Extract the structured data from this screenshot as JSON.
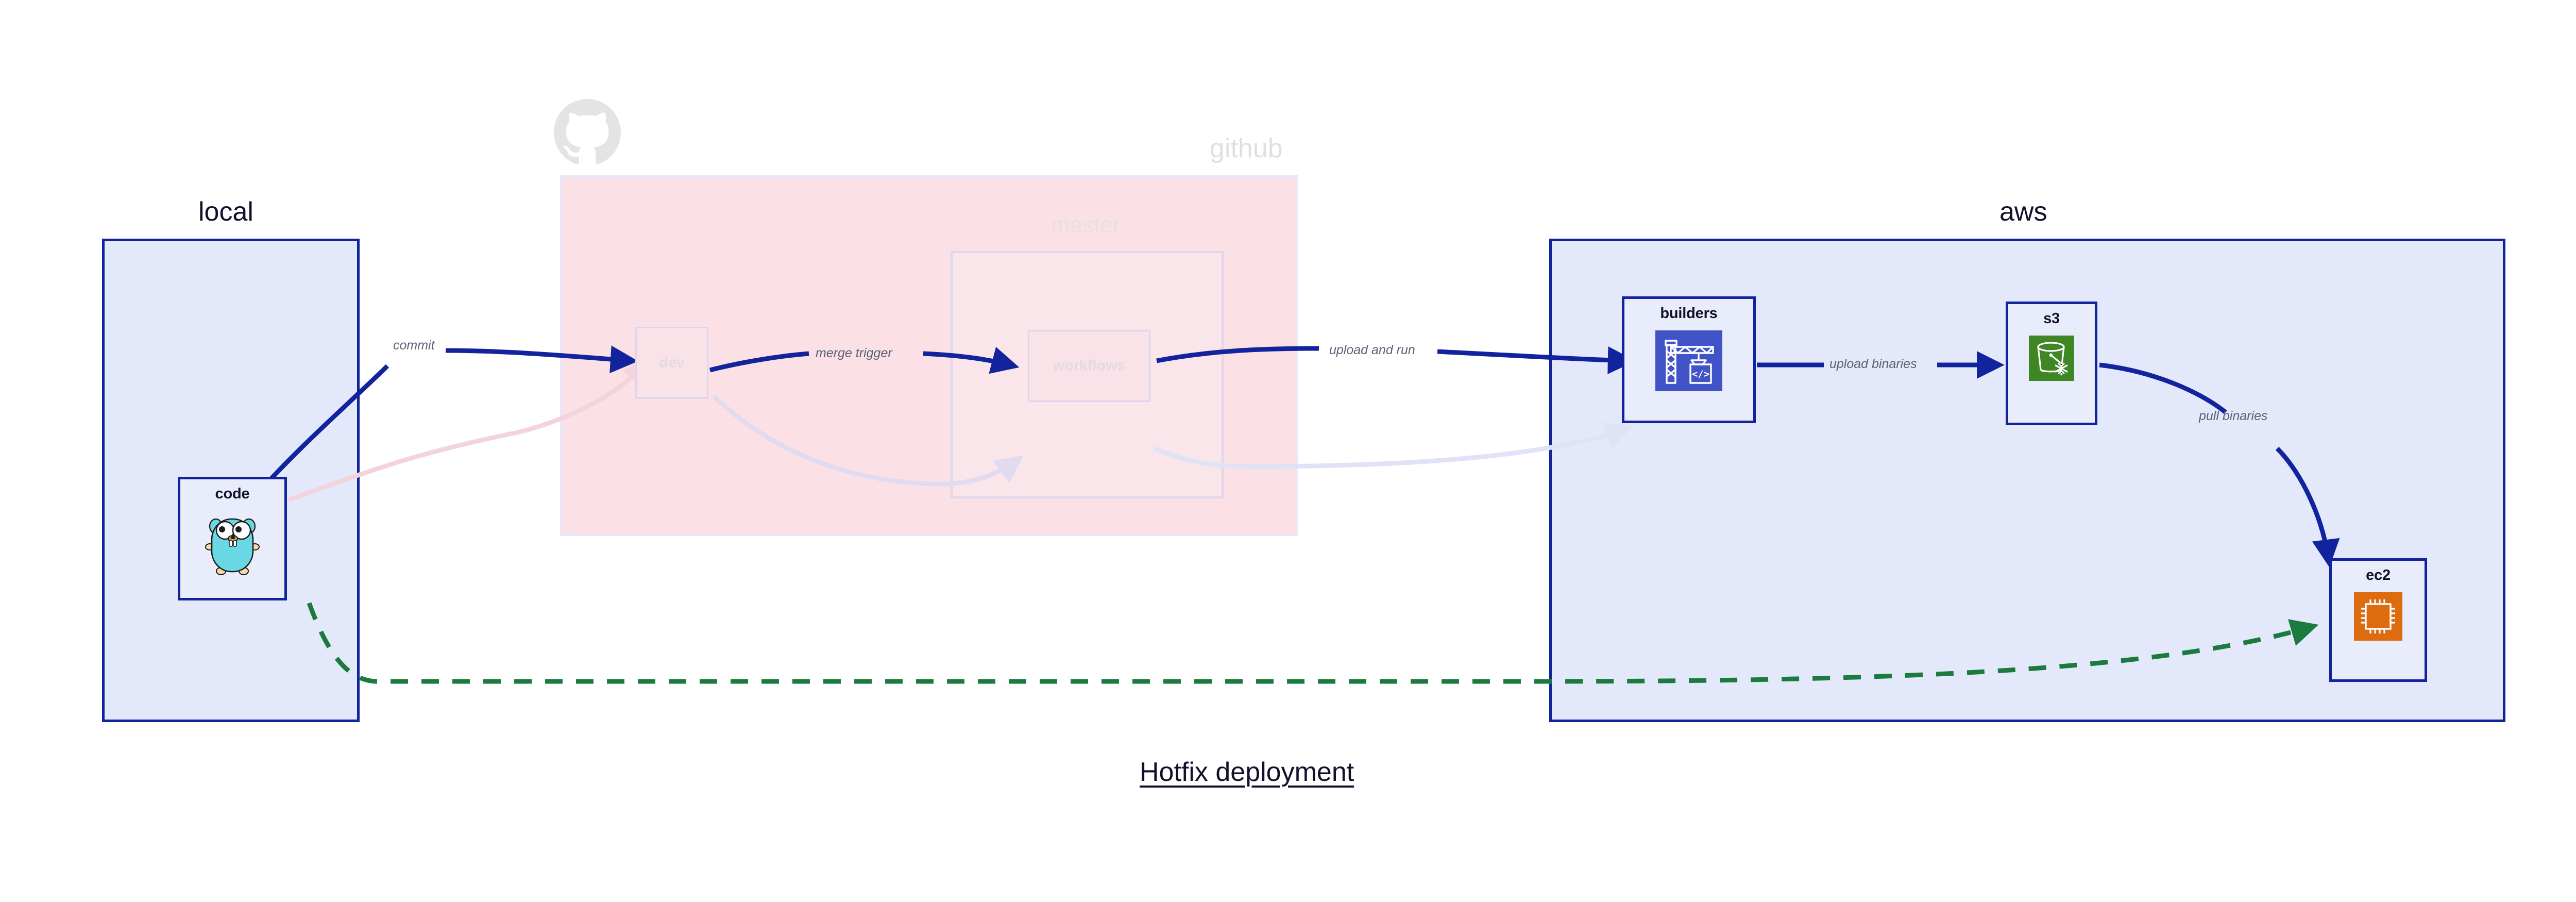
{
  "diagram": {
    "title": "Hotfix deployment",
    "type": "architecture-flow"
  },
  "clusters": [
    {
      "id": "local",
      "label": "local",
      "fill": "#e3e8fb",
      "stroke": "#12239e"
    },
    {
      "id": "github",
      "label": "github",
      "fill": "#fbe0e6",
      "stroke": "#ece6f6"
    },
    {
      "id": "master",
      "label": "master",
      "fill": "#f9e5ea",
      "stroke": "#dfd6ec"
    },
    {
      "id": "aws",
      "label": "aws",
      "fill": "#e3e8fb",
      "stroke": "#12239e"
    }
  ],
  "nodes": [
    {
      "id": "code",
      "label": "code",
      "icon": "go-gopher-icon",
      "cluster": "local",
      "state": "active"
    },
    {
      "id": "dev",
      "label": "dev",
      "icon": "none",
      "cluster": "github",
      "state": "ghost"
    },
    {
      "id": "workflows",
      "label": "workflows",
      "icon": "none",
      "cluster": "master",
      "state": "ghost"
    },
    {
      "id": "builders",
      "label": "builders",
      "icon": "aws-codebuild-crane-icon",
      "cluster": "aws",
      "state": "active"
    },
    {
      "id": "s3",
      "label": "s3",
      "icon": "aws-s3-bucket-icon",
      "cluster": "aws",
      "state": "active"
    },
    {
      "id": "ec2",
      "label": "ec2",
      "icon": "aws-ec2-chip-icon",
      "cluster": "aws",
      "state": "active"
    }
  ],
  "edges": [
    {
      "id": "commit",
      "from": "code",
      "to": "dev",
      "label": "commit",
      "color": "#12239e",
      "style": "solid",
      "state": "active"
    },
    {
      "id": "merge-trigger",
      "from": "dev",
      "to": "workflows",
      "label": "merge trigger",
      "color": "#12239e",
      "style": "solid",
      "state": "active"
    },
    {
      "id": "upload-and-run",
      "from": "workflows",
      "to": "builders",
      "label": "upload and run",
      "color": "#12239e",
      "style": "solid",
      "state": "active"
    },
    {
      "id": "upload-binaries",
      "from": "builders",
      "to": "s3",
      "label": "upload binaries",
      "color": "#12239e",
      "style": "solid",
      "state": "active"
    },
    {
      "id": "pull-binaries",
      "from": "s3",
      "to": "ec2",
      "label": "pull binaries",
      "color": "#12239e",
      "style": "solid",
      "state": "active"
    },
    {
      "id": "hotfix-direct",
      "from": "code",
      "to": "ec2",
      "label": "",
      "color": "#1b7a3d",
      "style": "dashed",
      "state": "active"
    },
    {
      "id": "ghost-code-dev",
      "from": "code",
      "to": "dev",
      "label": "",
      "color": "#f4d4dc",
      "style": "solid",
      "state": "ghost"
    },
    {
      "id": "ghost-dev-workflows",
      "from": "dev",
      "to": "workflows",
      "label": "",
      "color": "#e0dbee",
      "style": "solid",
      "state": "ghost"
    },
    {
      "id": "ghost-workflows-builders",
      "from": "workflows",
      "to": "builders",
      "label": "",
      "color": "#dfe3f5",
      "style": "solid",
      "state": "ghost"
    }
  ],
  "colors": {
    "accent_blue": "#12239e",
    "cluster_blue_fill": "#e3e8fb",
    "cluster_pink_fill": "#fbe0e6",
    "green_dashed": "#1b7a3d",
    "s3_green": "#3f8624",
    "ec2_orange": "#dd6b10",
    "codebuild_indigo": "#4054c8",
    "gopher_cyan": "#6ad7e5",
    "label_gray": "#5a6276",
    "text_dark": "#12112b"
  }
}
